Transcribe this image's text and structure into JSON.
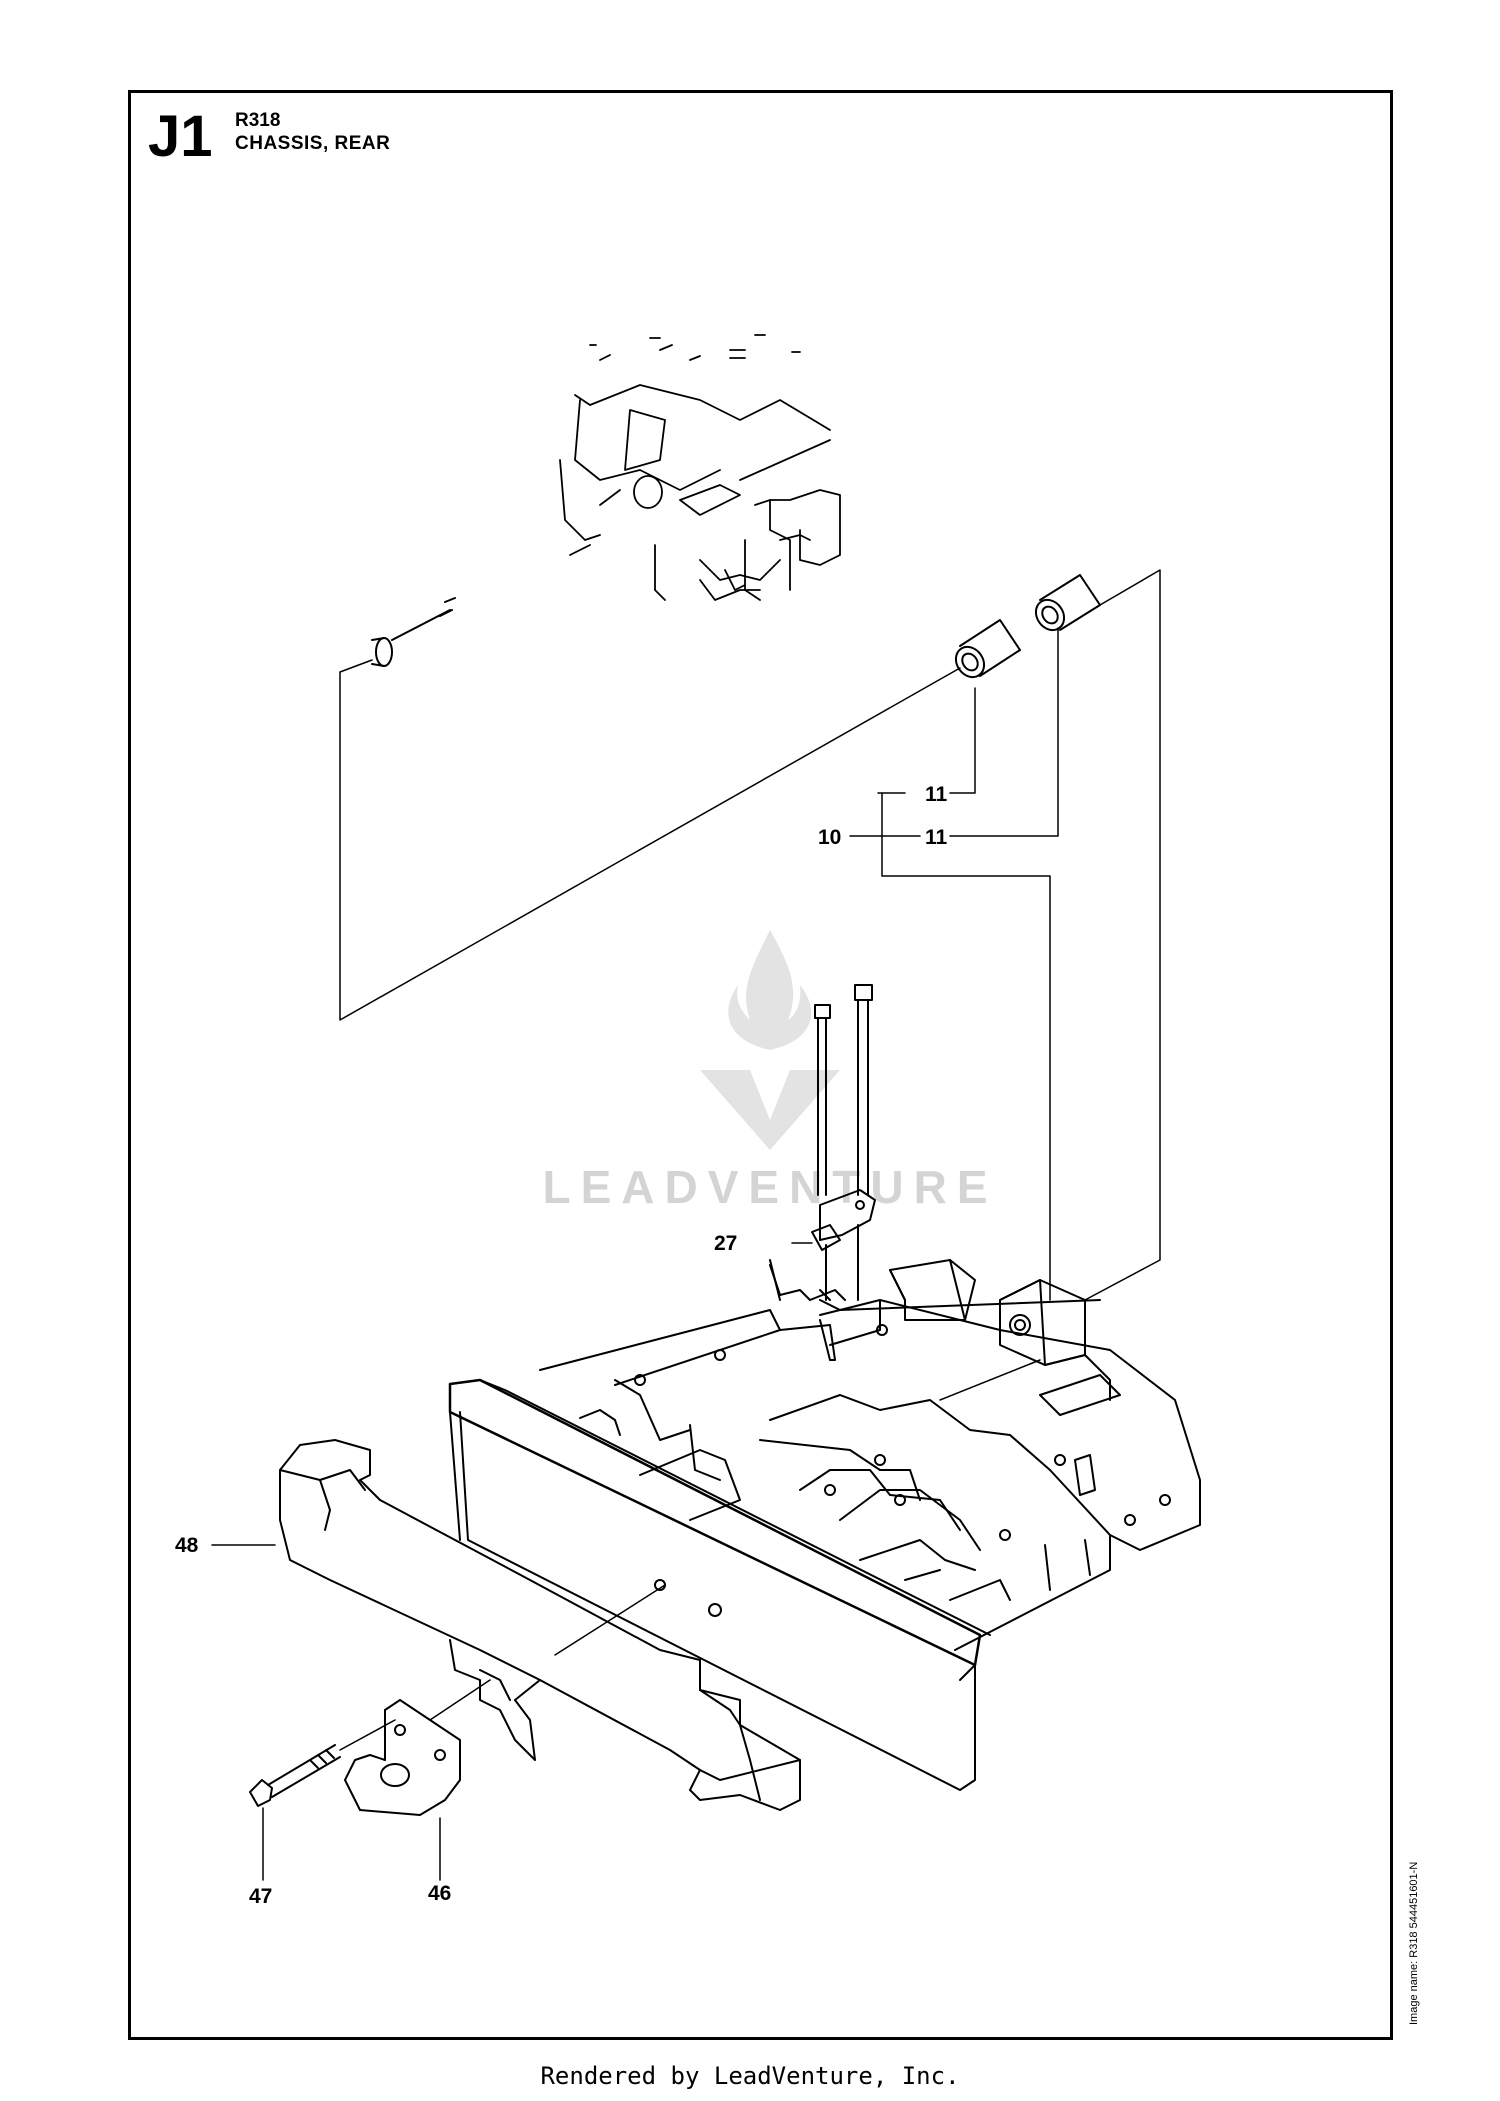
{
  "header": {
    "section_code": "J1",
    "model": "R318",
    "section_title": "CHASSIS, REAR"
  },
  "callouts": [
    {
      "id": "10",
      "label": "10"
    },
    {
      "id": "11a",
      "label": "11"
    },
    {
      "id": "11b",
      "label": "11"
    },
    {
      "id": "27",
      "label": "27"
    },
    {
      "id": "46",
      "label": "46"
    },
    {
      "id": "47",
      "label": "47"
    },
    {
      "id": "48",
      "label": "48"
    }
  ],
  "watermark": {
    "brand": "LEADVENTURE"
  },
  "image_name": "Image name: R318 544451601-N",
  "footer": "Rendered by LeadVenture, Inc."
}
